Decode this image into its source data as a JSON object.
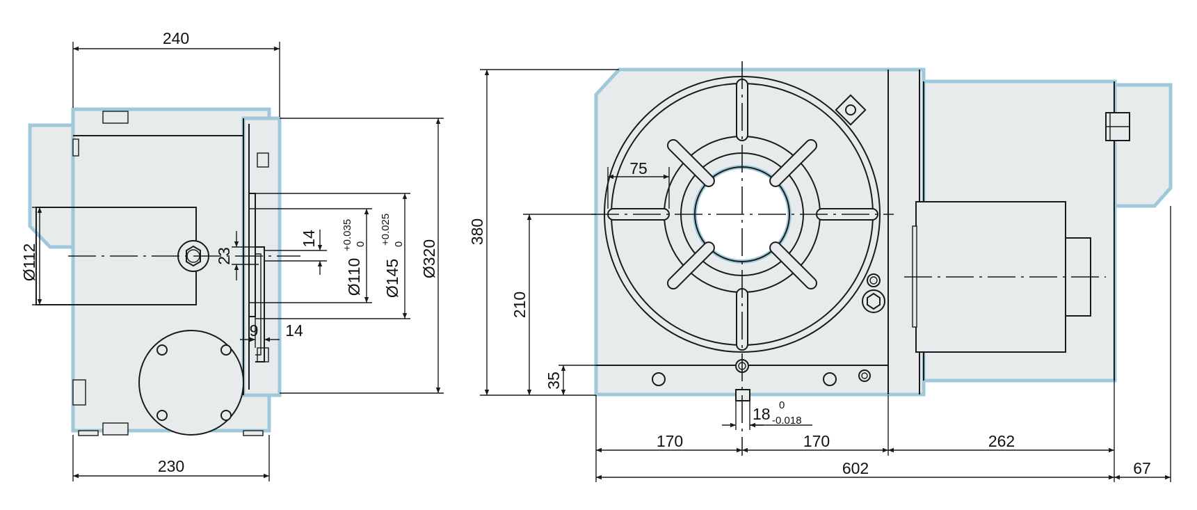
{
  "dimensions": {
    "side_top_width": "240",
    "side_bottom_width": "230",
    "d112": "Ø112",
    "d110": "Ø110",
    "d110_tol_upper": "+0.035",
    "d110_tol_lower": "0",
    "d145": "Ø145",
    "d145_tol_upper": "+0.025",
    "d145_tol_lower": "0",
    "d320": "Ø320",
    "slot_23": "23",
    "slot_14_vertical": "14",
    "slot_9": "9",
    "slot_14_horizontal": "14",
    "front_height_380": "380",
    "center_height_210": "210",
    "base_height_35": "35",
    "slot_75": "75",
    "key_18": "18",
    "key_18_tol_upper": "0",
    "key_18_tol_lower": "-0.018",
    "half_170_left": "170",
    "half_170_right": "170",
    "motor_262": "262",
    "total_602": "602",
    "end_67": "67"
  },
  "colors": {
    "body_fill": "#e8ebec",
    "body_outline": "#9fc9da",
    "line": "#1a1a1a"
  }
}
